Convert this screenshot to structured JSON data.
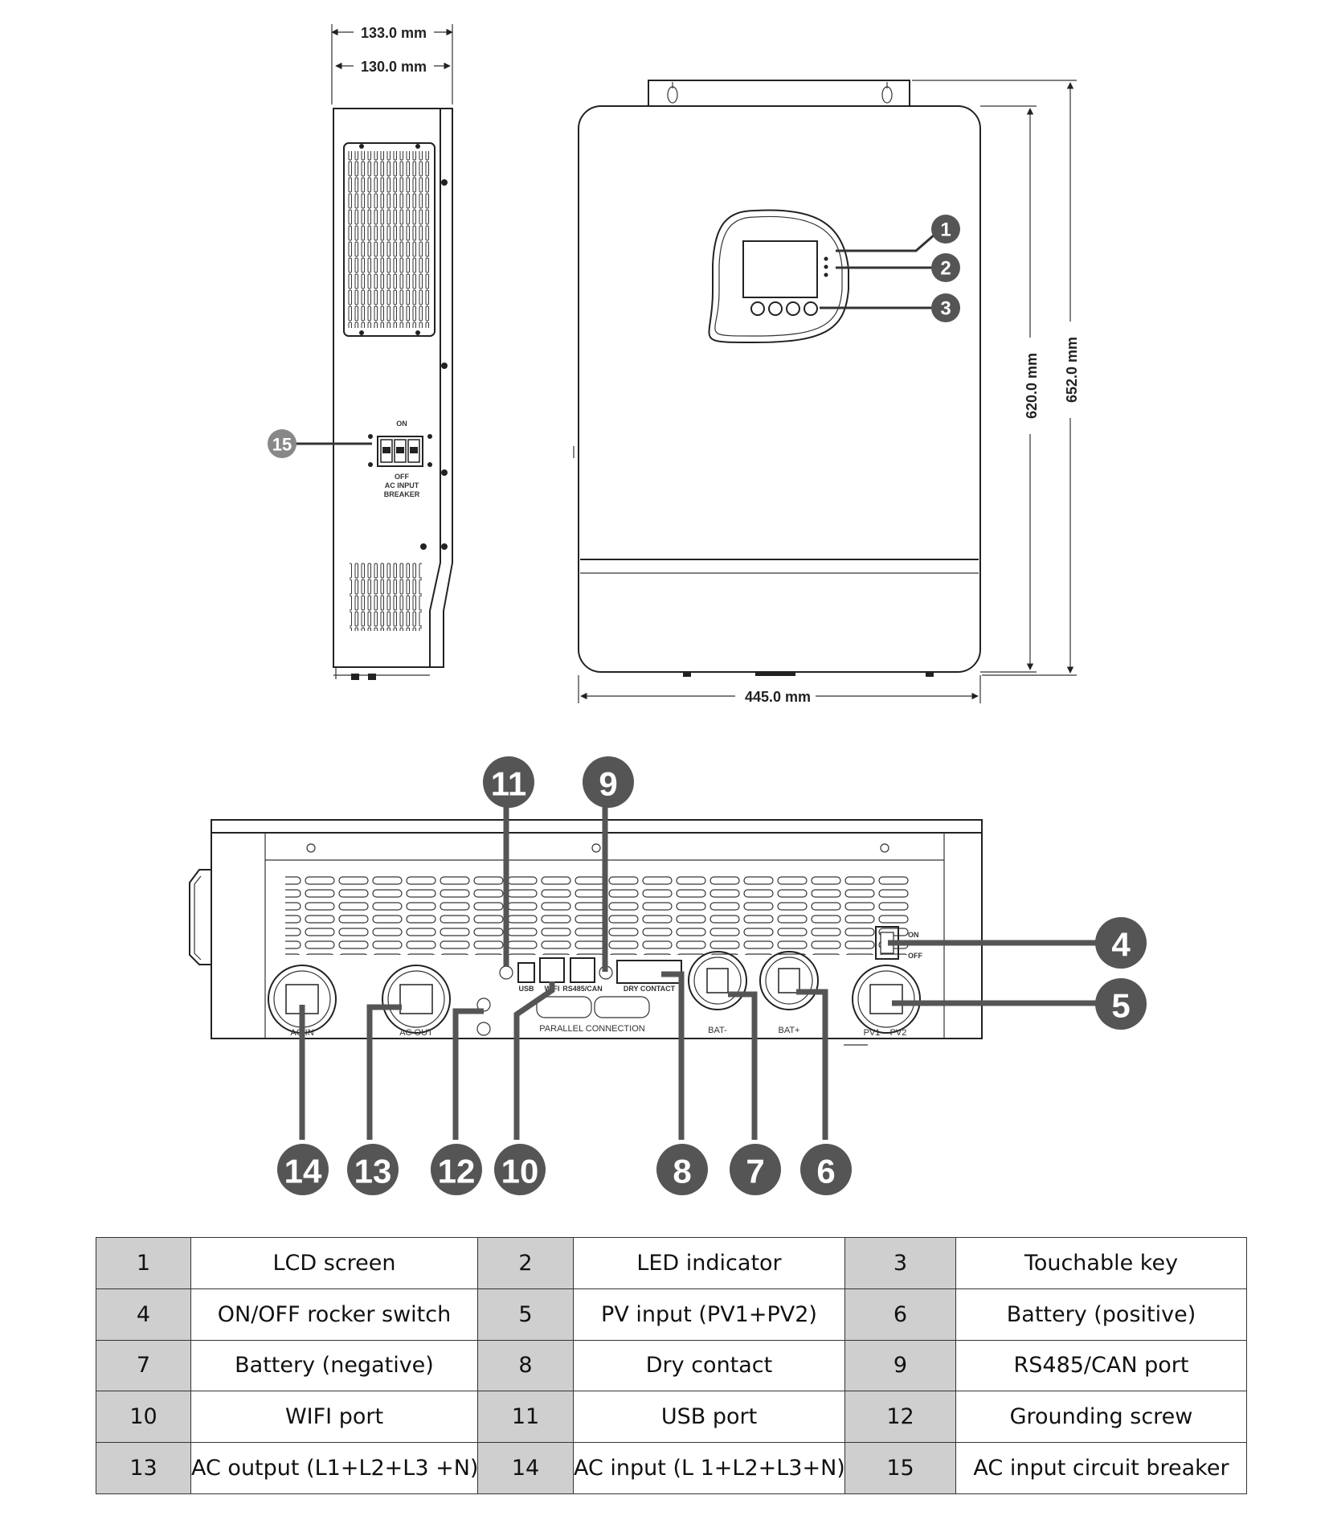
{
  "dimensions": {
    "side_outer_depth": "133.0 mm",
    "side_inner_depth": "130.0 mm",
    "front_height_body": "620.0 mm",
    "front_height_total": "652.0 mm",
    "front_width": "445.0 mm"
  },
  "side_view_labels": {
    "breaker_on": "ON",
    "breaker_off": "OFF",
    "breaker_caption_line1": "AC INPUT",
    "breaker_caption_line2": "BREAKER"
  },
  "bottom_view_labels": {
    "ac_in": "AC IN",
    "ac_out": "AC OUT",
    "usb": "USB",
    "wifi": "WIFI",
    "rs485": "RS485/CAN",
    "dry_contact": "DRY CONTACT",
    "parallel": "PARALLEL CONNECTION",
    "bat_neg": "BAT-",
    "bat_pos": "BAT+",
    "pv1": "PV1",
    "pv2": "PV2",
    "switch_on": "ON",
    "switch_off": "OFF"
  },
  "callouts": [
    "1",
    "2",
    "3",
    "4",
    "5",
    "6",
    "7",
    "8",
    "9",
    "10",
    "11",
    "12",
    "13",
    "14",
    "15"
  ],
  "legend": [
    [
      {
        "num": "1",
        "label": "LCD screen"
      },
      {
        "num": "2",
        "label": "LED indicator"
      },
      {
        "num": "3",
        "label": "Touchable key"
      }
    ],
    [
      {
        "num": "4",
        "label": "ON/OFF rocker switch"
      },
      {
        "num": "5",
        "label": "PV input (PV1+PV2)"
      },
      {
        "num": "6",
        "label": "Battery (positive)"
      }
    ],
    [
      {
        "num": "7",
        "label": "Battery (negative)"
      },
      {
        "num": "8",
        "label": "Dry contact"
      },
      {
        "num": "9",
        "label": "RS485/CAN port"
      }
    ],
    [
      {
        "num": "10",
        "label": "WIFI port"
      },
      {
        "num": "11",
        "label": "USB port"
      },
      {
        "num": "12",
        "label": "Grounding screw"
      }
    ],
    [
      {
        "num": "13",
        "label": "AC output (L1+L2+L3 +N)"
      },
      {
        "num": "14",
        "label": "AC input (L 1+L2+L3+N)"
      },
      {
        "num": "15",
        "label": "AC input circuit breaker"
      }
    ]
  ]
}
